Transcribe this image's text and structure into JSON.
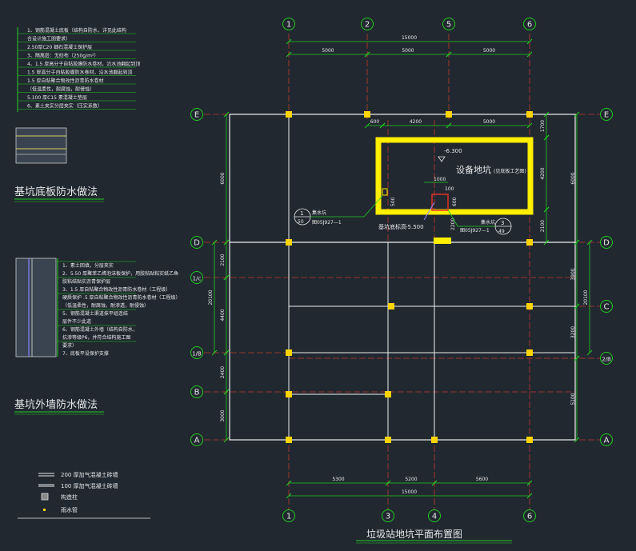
{
  "colors": {
    "background": "#212830",
    "axis_line": "#c0392b",
    "dimension": "#22cc22",
    "wall": "#f0f0f0",
    "column": "#ffd400",
    "pit": "#ffee00",
    "text": "#e8e8e8",
    "label_yellow": "#ffff66"
  },
  "floor_details": {
    "layers": [
      "1、钢筋混凝土底板（结构自防水，详见此结构",
      "合设计施工图要求）",
      "2.50厚C20 细石混凝土保护层",
      "3、隔离层：无纺布（250g/m²）",
      "4、1.5 厚高分子自粘胶膜防水卷材，沿水池翻起到顶",
      "1.5 厚高分子自粘胶膜防水卷材，沿水池翻起到顶",
      "1.5 厚自粘聚合物改性沥青防水卷材",
      "（低温柔性，耐腐蚀，耐侵蚀）",
      "5.100 厚C15 素混凝土垫层",
      "6、素土夹实分层夹实（压实系数）"
    ],
    "title": "基坑底板防水做法"
  },
  "wall_details": {
    "layers": [
      "1、素土回填，分层夹实",
      "2、5.50 厚聚苯乙烯泡沫板保护，用胶粘贴粘实纸乙鱼",
      "胶粘结贴实沥青保护层",
      "3、1.5 厚自粘聚合物改性沥青防水卷材（工程级）",
      "硬质保护 .5 厚自粘聚合物改性沥青防水卷材（工程级）",
      "（低温柔性，耐腐蚀，耐渗透，耐侵蚀）",
      "5、钢筋混凝土渠道抹平组连结",
      "层件不少此道",
      "6、钢筋混凝土外墙（结构自防水，",
      "抗渗等级P6，并符合结构施工图",
      "要求）",
      "7、底板平设保护支撑"
    ],
    "title": "基坑外墙防水做法"
  },
  "legend": {
    "items": [
      "200 厚加气混凝土砖墙",
      "100 厚加气混凝土砖墙",
      "构造柱",
      "雨水管"
    ]
  },
  "plan": {
    "title": "垃圾站地坑平面布置图",
    "top_axes": [
      "1",
      "2",
      "5",
      "6"
    ],
    "bottom_axes": [
      "1",
      "3",
      "4",
      "6"
    ],
    "left_axes": [
      "E",
      "D",
      "1/c",
      "1/B",
      "B",
      "A"
    ],
    "right_axes": [
      "E",
      "D",
      "C",
      "2/B",
      "A"
    ],
    "top_total": "15000",
    "top_dims": [
      "5000",
      "5000",
      "5000"
    ],
    "inner_dims": [
      "600",
      "4200",
      "5000"
    ],
    "bottom_total": "15000",
    "bottom_dims": [
      "5300",
      "5200",
      "5600"
    ],
    "left_dims": [
      "6000",
      "2100",
      "4400",
      "2400",
      "3000"
    ],
    "left_total": "20100",
    "right_dims": [
      "6000",
      "3900",
      "3200",
      "5100"
    ],
    "right_total": "20100",
    "right_inner_dims": [
      "1700",
      "4200",
      "2100"
    ],
    "pit_label": "设备地坑",
    "pit_note": "(见底板工艺图)",
    "pit_level": "-6.300",
    "pit_bottom_label": "基坑底标高",
    "pit_bottom_level": "-5.500",
    "sump_dims": [
      "1000",
      "100",
      "500",
      "600",
      "2200"
    ],
    "ref_left": {
      "num": "1",
      "text": "集水坑",
      "sheet": "50",
      "std": "图05J927—1"
    },
    "ref_right": {
      "num": "3",
      "text": "集水坑",
      "sheet": "49",
      "std": "图05J927—1"
    }
  }
}
